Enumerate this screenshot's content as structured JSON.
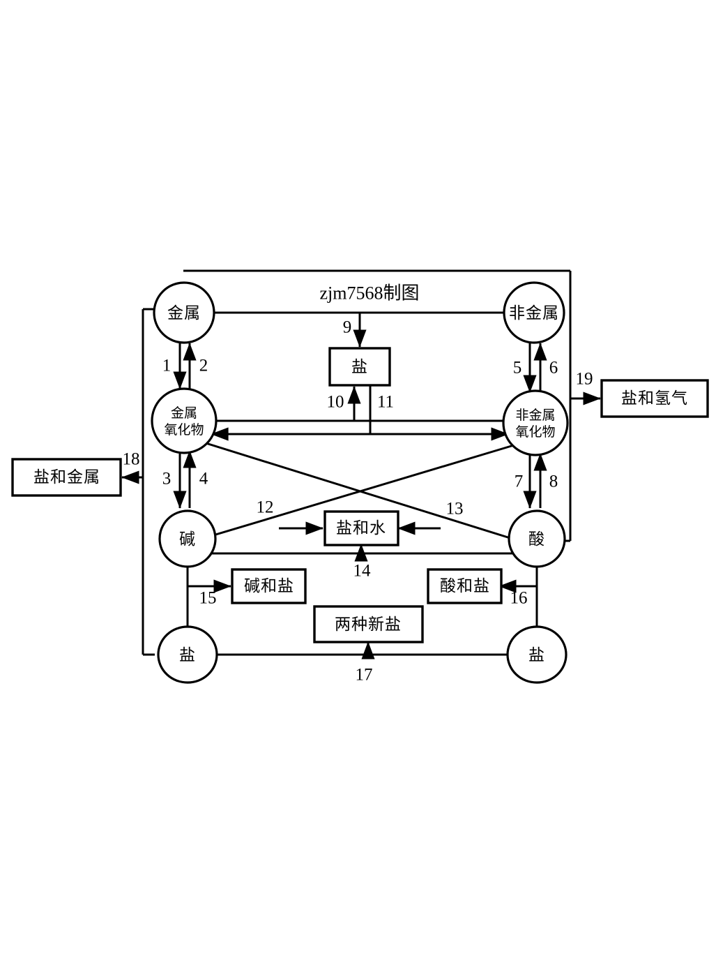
{
  "diagram": {
    "credit": "zjm7568制图",
    "nodes": {
      "metal": "金属",
      "nonmetal": "非金属",
      "metal_oxide_line1": "金属",
      "metal_oxide_line2": "氧化物",
      "nonmetal_oxide_line1": "非金属",
      "nonmetal_oxide_line2": "氧化物",
      "base": "碱",
      "acid": "酸",
      "salt_left": "盐",
      "salt_right": "盐"
    },
    "boxes": {
      "salt": "盐",
      "salt_and_water": "盐和水",
      "base_and_salt": "碱和盐",
      "acid_and_salt": "酸和盐",
      "two_new_salts": "两种新盐",
      "salt_and_metal": "盐和金属",
      "salt_and_hydrogen": "盐和氢气"
    },
    "edge_labels": {
      "e1": "1",
      "e2": "2",
      "e3": "3",
      "e4": "4",
      "e5": "5",
      "e6": "6",
      "e7": "7",
      "e8": "8",
      "e9": "9",
      "e10": "10",
      "e11": "11",
      "e12": "12",
      "e13": "13",
      "e14": "14",
      "e15": "15",
      "e16": "16",
      "e17": "17",
      "e18": "18",
      "e19": "19"
    },
    "colors": {
      "stroke": "#000000",
      "background": "#ffffff",
      "text": "#000000"
    }
  }
}
